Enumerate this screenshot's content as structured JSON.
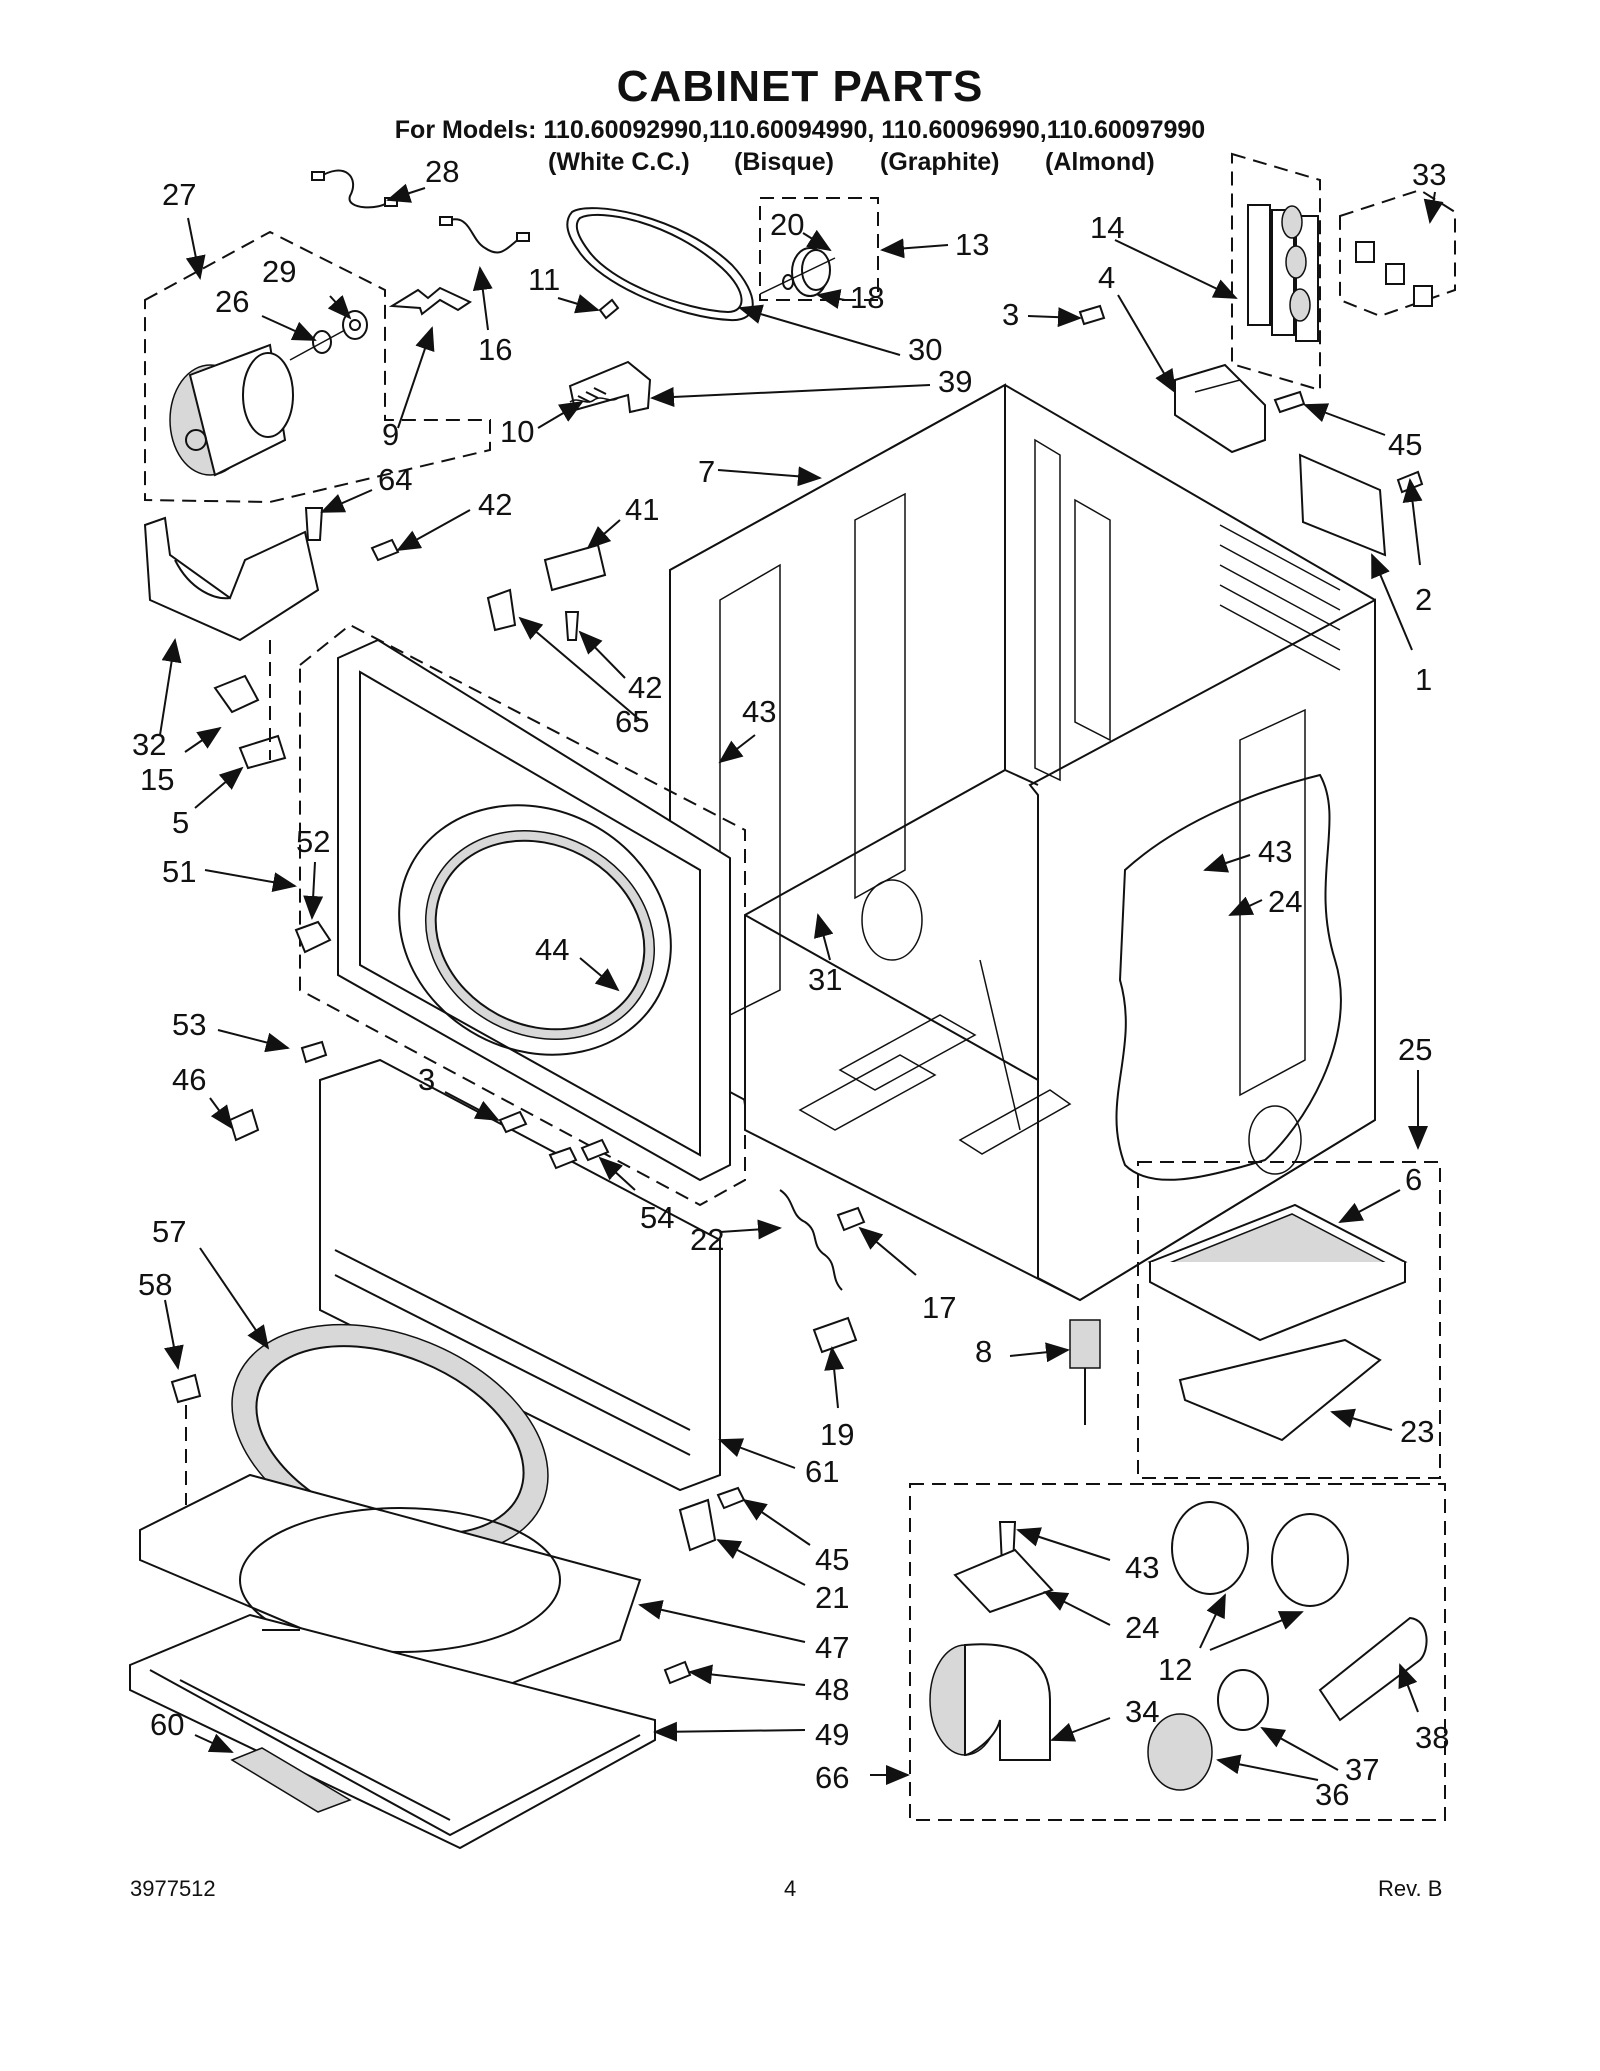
{
  "header": {
    "title": "CABINET PARTS",
    "models_line": "For Models: 110.60092990,110.60094990, 110.60096990,110.60097990",
    "colors": [
      "(White C.C.)",
      "(Bisque)",
      "(Graphite)",
      "(Almond)"
    ]
  },
  "callouts": [
    {
      "id": "c27",
      "text": "27"
    },
    {
      "id": "c28",
      "text": "28"
    },
    {
      "id": "c29",
      "text": "29"
    },
    {
      "id": "c26",
      "text": "26"
    },
    {
      "id": "c16",
      "text": "16"
    },
    {
      "id": "c9",
      "text": "9"
    },
    {
      "id": "c11",
      "text": "11"
    },
    {
      "id": "c30",
      "text": "30"
    },
    {
      "id": "c39",
      "text": "39"
    },
    {
      "id": "c10",
      "text": "10"
    },
    {
      "id": "c20",
      "text": "20"
    },
    {
      "id": "c18",
      "text": "18"
    },
    {
      "id": "c13",
      "text": "13"
    },
    {
      "id": "c14",
      "text": "14"
    },
    {
      "id": "c33",
      "text": "33"
    },
    {
      "id": "c4",
      "text": "4"
    },
    {
      "id": "c3a",
      "text": "3"
    },
    {
      "id": "c45a",
      "text": "45"
    },
    {
      "id": "c7",
      "text": "7"
    },
    {
      "id": "c64",
      "text": "64"
    },
    {
      "id": "c42a",
      "text": "42"
    },
    {
      "id": "c41",
      "text": "41"
    },
    {
      "id": "c42b",
      "text": "42"
    },
    {
      "id": "c65",
      "text": "65"
    },
    {
      "id": "c2",
      "text": "2"
    },
    {
      "id": "c1",
      "text": "1"
    },
    {
      "id": "c32",
      "text": "32"
    },
    {
      "id": "c15",
      "text": "15"
    },
    {
      "id": "c5",
      "text": "5"
    },
    {
      "id": "c43a",
      "text": "43"
    },
    {
      "id": "c52",
      "text": "52"
    },
    {
      "id": "c51",
      "text": "51"
    },
    {
      "id": "c31",
      "text": "31"
    },
    {
      "id": "c43b",
      "text": "43"
    },
    {
      "id": "c24a",
      "text": "24"
    },
    {
      "id": "c44",
      "text": "44"
    },
    {
      "id": "c53",
      "text": "53"
    },
    {
      "id": "c25",
      "text": "25"
    },
    {
      "id": "c46",
      "text": "46"
    },
    {
      "id": "c3b",
      "text": "3"
    },
    {
      "id": "c6",
      "text": "6"
    },
    {
      "id": "c54",
      "text": "54"
    },
    {
      "id": "c22",
      "text": "22"
    },
    {
      "id": "c17",
      "text": "17"
    },
    {
      "id": "c57",
      "text": "57"
    },
    {
      "id": "c58",
      "text": "58"
    },
    {
      "id": "c8",
      "text": "8"
    },
    {
      "id": "c19",
      "text": "19"
    },
    {
      "id": "c23",
      "text": "23"
    },
    {
      "id": "c61",
      "text": "61"
    },
    {
      "id": "c45b",
      "text": "45"
    },
    {
      "id": "c21",
      "text": "21"
    },
    {
      "id": "c43c",
      "text": "43"
    },
    {
      "id": "c47",
      "text": "47"
    },
    {
      "id": "c24b",
      "text": "24"
    },
    {
      "id": "c12",
      "text": "12"
    },
    {
      "id": "c48",
      "text": "48"
    },
    {
      "id": "c49",
      "text": "49"
    },
    {
      "id": "c34",
      "text": "34"
    },
    {
      "id": "c38",
      "text": "38"
    },
    {
      "id": "c60",
      "text": "60"
    },
    {
      "id": "c37",
      "text": "37"
    },
    {
      "id": "c66",
      "text": "66"
    },
    {
      "id": "c36",
      "text": "36"
    }
  ],
  "footer": {
    "doc_number": "3977512",
    "page_number": "4",
    "revision": "Rev. B"
  }
}
